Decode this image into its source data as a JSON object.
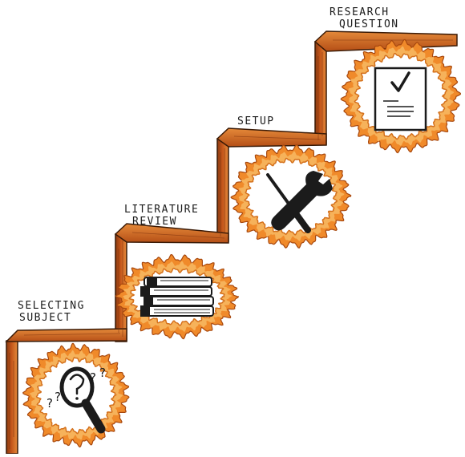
{
  "steps": [
    {
      "id": "selecting-subject",
      "lines": [
        "Selecting",
        "Subject"
      ],
      "icon": "magnifier-question-icon"
    },
    {
      "id": "literature-review",
      "lines": [
        "Literature",
        "Review"
      ],
      "icon": "books-icon"
    },
    {
      "id": "setup",
      "lines": [
        "Setup"
      ],
      "icon": "tools-icon"
    },
    {
      "id": "research-question",
      "lines": [
        "Research",
        "Question"
      ],
      "icon": "checklist-document-icon"
    }
  ],
  "colors": {
    "wood": "#c4561a",
    "wood_light": "#e58a3a",
    "wood_dark": "#8a3a10",
    "frame": "#f08a2a",
    "frame_light": "#f6b25a",
    "ink": "#1b1b1b"
  },
  "marks": {
    "question": "?"
  }
}
